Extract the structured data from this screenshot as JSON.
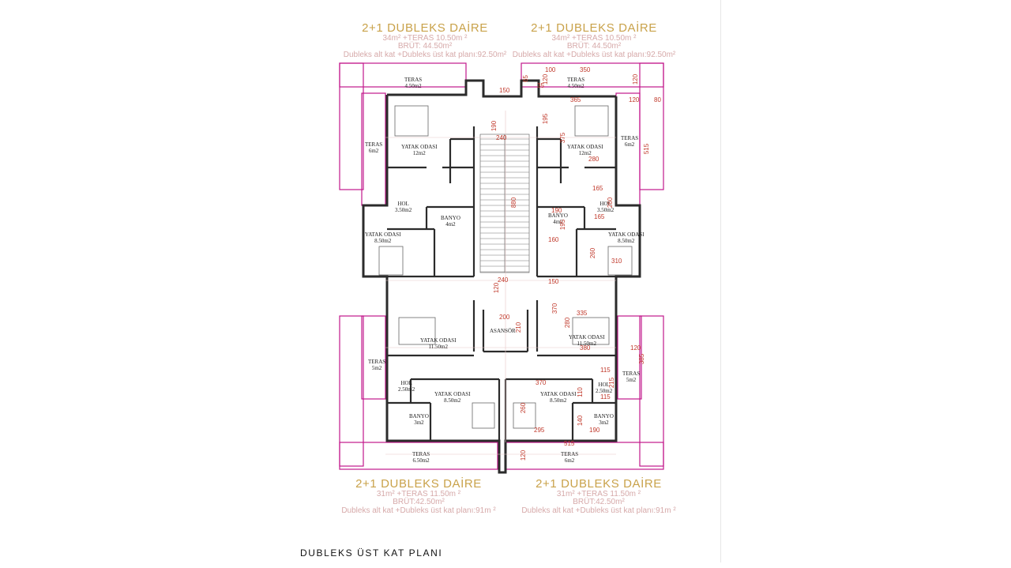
{
  "units": {
    "top_left": {
      "title": "2+1 DUBLEKS DAİRE",
      "area": "34m² +TERAS 10.50m ²",
      "brut": "BRÜT: 44.50m²",
      "total": "Dubleks alt kat +Dubleks üst kat planı:92.50m²"
    },
    "top_right": {
      "title": "2+1 DUBLEKS DAİRE",
      "area": "34m² +TERAS 10.50m ²",
      "brut": "BRÜT: 44.50m²",
      "total": "Dubleks alt kat +Dubleks üst kat planı:92.50m²"
    },
    "bottom_left": {
      "title": "2+1 DUBLEKS DAİRE",
      "area": "31m² +TERAS 11.50m ²",
      "brut": "BRÜT:42.50m²",
      "total": "Dubleks alt kat +Dubleks üst kat planı:91m ²"
    },
    "bottom_right": {
      "title": "2+1 DUBLEKS DAİRE",
      "area": "31m² +TERAS 11.50m ²",
      "brut": "BRÜT:42.50m²",
      "total": "Dubleks alt kat +Dubleks üst kat planı:91m ²"
    }
  },
  "rooms": {
    "teras_tl": "TERAS\n4.50m2",
    "teras_tr": "TERAS\n4.50m2",
    "teras_l1": "TERAS\n6m2",
    "teras_r1": "TERAS\n6m2",
    "yatak_tl": "YATAK ODASI\n12m2",
    "yatak_tr": "YATAK ODASI\n12m2",
    "hol_l1": "HOL\n3.50m2",
    "hol_r1": "HOL\n3.50m2",
    "banyo_l1": "BANYO\n4m2",
    "banyo_r1": "BANYO\n4m2",
    "yatak_l2": "YATAK ODASI\n8.50m2",
    "yatak_r2": "YATAK ODASI\n8.50m2",
    "yatak_l3": "YATAK ODASI\n11.50m2",
    "yatak_r3": "YATAK ODASI\n11.50m2",
    "asansor": "ASANSÖR",
    "teras_l2": "TERAS\n5m2",
    "teras_r2": "TERAS\n5m2",
    "hol_l2": "HOL\n2.50m2",
    "hol_r2": "HOL\n2.50m2",
    "yatak_l4": "YATAK ODASI\n8.50m2",
    "yatak_r4": "YATAK ODASI\n8.50m2",
    "banyo_l2": "BANYO\n3m2",
    "banyo_r2": "BANYO\n3m2",
    "teras_bl": "TERAS\n6.50m2",
    "teras_br": "TERAS\n6m2"
  },
  "dims": [
    "150",
    "100",
    "350",
    "120",
    "80",
    "365",
    "120",
    "65",
    "35",
    "120",
    "190",
    "240",
    "195",
    "375",
    "515",
    "280",
    "165",
    "880",
    "190",
    "165",
    "260",
    "195",
    "160",
    "310",
    "260",
    "120",
    "240",
    "150",
    "200",
    "210",
    "370",
    "280",
    "335",
    "380",
    "120",
    "385",
    "115",
    "370",
    "215",
    "110",
    "115",
    "260",
    "140",
    "190",
    "295",
    "515",
    "120"
  ],
  "plan_title": "DUBLEKS ÜST KAT PLANI",
  "colors": {
    "wall": "#2b2b2b",
    "terrace": "#c2188b",
    "dimension": "#c0392b",
    "title": "#c9a24a"
  }
}
